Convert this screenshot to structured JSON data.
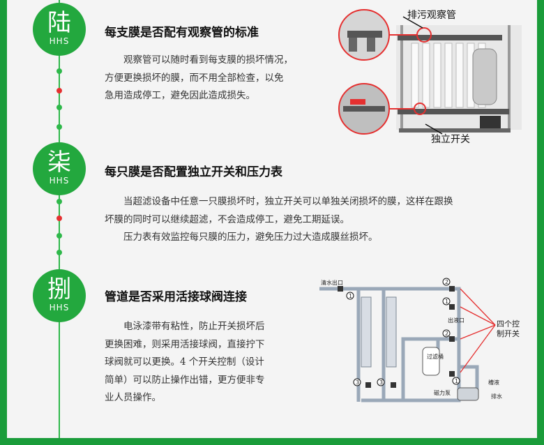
{
  "sections": [
    {
      "badge_char": "陆",
      "badge_sub": "HHS",
      "title": "每支膜是否配有观察管的标准",
      "lines": [
        "观察管可以随时看到每支膜的损坏情况，",
        "方便更换损坏的膜，而不用全部检查，以免",
        "急用造成停工，避免因此造成损失。"
      ],
      "image_labels": {
        "top": "排污观察管",
        "bottom": "独立开关"
      }
    },
    {
      "badge_char": "柒",
      "badge_sub": "HHS",
      "title": "每只膜是否配置独立开关和压力表",
      "paragraphs": [
        "当超滤设备中任意一只膜损坏时，独立开关可以单独关闭损坏的膜，这样在跟换",
        "坏膜的同时可以继续超滤，不会造成停工，避免工期延误。",
        "压力表有效监控每只膜的压力，避免压力过大造成膜丝损坏。"
      ]
    },
    {
      "badge_char": "捌",
      "badge_sub": "HHS",
      "title": "管道是否采用活接球阀连接",
      "lines": [
        "电泳漆带有粘性，防止开关损坏后",
        "更换困难，则采用活接球阀，直接拧下",
        "球阀就可以更换。4 个开关控制（设计",
        "简单）可以防止操作出错，更方便非专",
        "业人员操作。"
      ],
      "diagram_labels": {
        "clean_out": "清水出口",
        "concentrate": "出液口",
        "filter": "过滤桶",
        "pump": "磁力泵",
        "tank": "槽液",
        "drain": "排水",
        "callout_line1": "四个控",
        "callout_line2": "制开关",
        "n1": "1",
        "n2": "2",
        "n3": "3"
      }
    }
  ],
  "colors": {
    "green": "#23a83e",
    "red": "#e53030",
    "border": "#1a9c3a"
  }
}
